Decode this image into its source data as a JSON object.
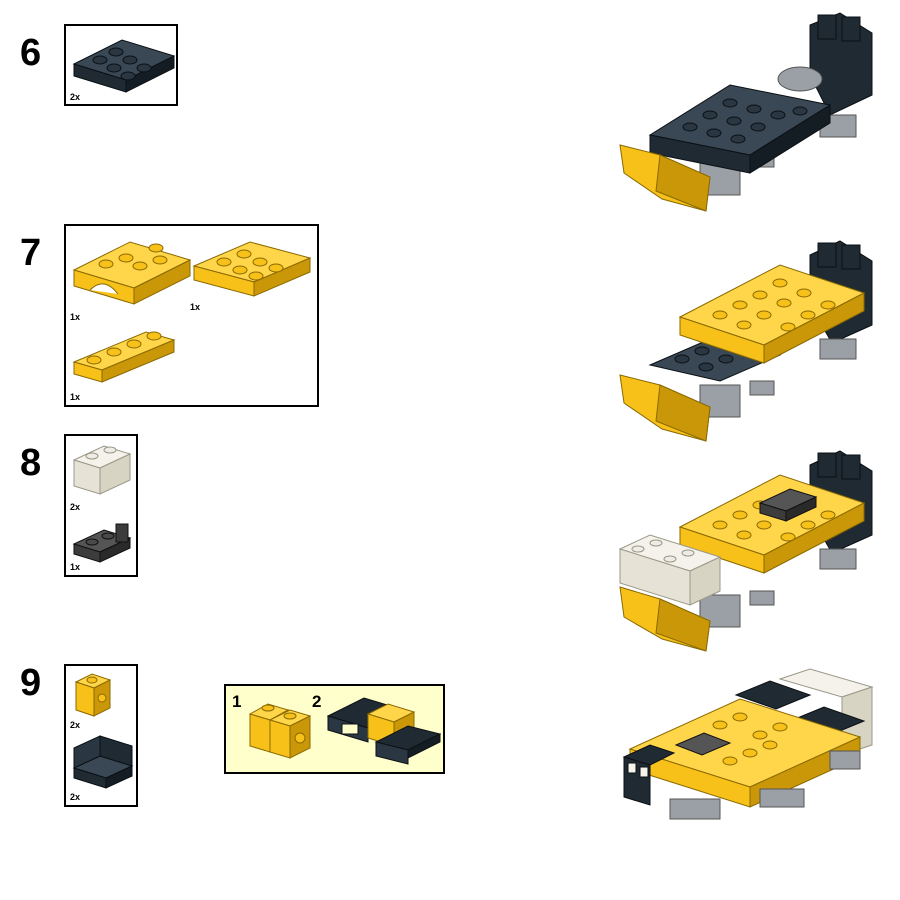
{
  "colors": {
    "dark_bluish_gray": "#1f2a33",
    "yellow": "#f7c11a",
    "yellow_dark": "#c99708",
    "light_gray": "#9aa0a6",
    "trans_clear": "#eeece4",
    "dark_gray": "#3c3c3c",
    "sub_callout_bg": "#ffffcc"
  },
  "steps": [
    {
      "number": "6",
      "parts": [
        {
          "name": "plate-2x3-dark",
          "qty": "2x"
        }
      ]
    },
    {
      "number": "7",
      "parts": [
        {
          "name": "plate-2x4-arch-yellow",
          "qty": "1x"
        },
        {
          "name": "plate-2x3-yellow",
          "qty": "1x"
        },
        {
          "name": "plate-1x4-yellow",
          "qty": "1x"
        }
      ]
    },
    {
      "number": "8",
      "parts": [
        {
          "name": "brick-1x2-trans-clear",
          "qty": "2x"
        },
        {
          "name": "plate-1x2-clip-dark-gray",
          "qty": "1x"
        }
      ]
    },
    {
      "number": "9",
      "parts": [
        {
          "name": "brick-1x1-headlight-yellow",
          "qty": "2x"
        },
        {
          "name": "seat-2x2-dark",
          "qty": "2x"
        }
      ],
      "sub_steps": [
        "1",
        "2"
      ]
    }
  ]
}
